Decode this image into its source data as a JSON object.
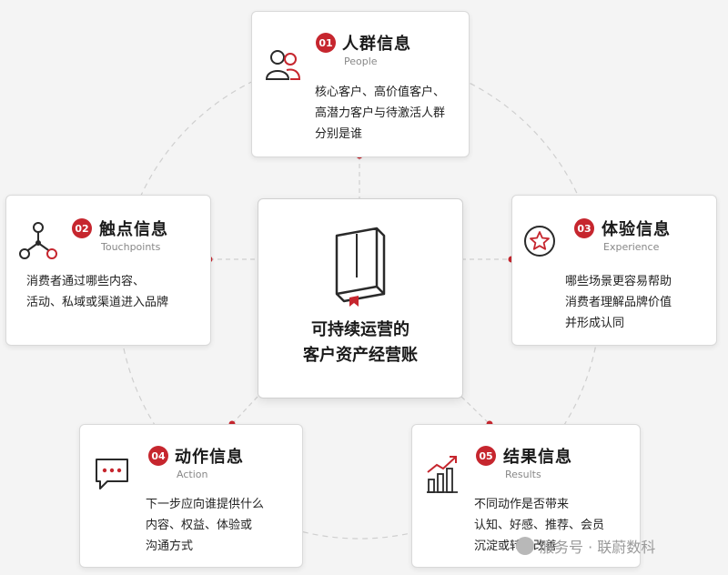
{
  "center": {
    "line1": "可持续运营的",
    "line2": "客户资产经营账"
  },
  "cards": [
    {
      "num": "01",
      "title": "人群信息",
      "subtitle": "People",
      "lines": [
        "核心客户、高价值客户、",
        "高潜力客户与待激活人群",
        "分别是谁"
      ],
      "icon": "people-icon"
    },
    {
      "num": "02",
      "title": "触点信息",
      "subtitle": "Touchpoints",
      "lines": [
        "消费者通过哪些内容、",
        "活动、私域或渠道进入品牌"
      ],
      "icon": "network-icon"
    },
    {
      "num": "03",
      "title": "体验信息",
      "subtitle": "Experience",
      "lines": [
        "哪些场景更容易帮助",
        "消费者理解品牌价值",
        "并形成认同"
      ],
      "icon": "star-icon"
    },
    {
      "num": "04",
      "title": "动作信息",
      "subtitle": "Action",
      "lines": [
        "下一步应向谁提供什么",
        "内容、权益、体验或",
        "沟通方式"
      ],
      "icon": "chat-icon"
    },
    {
      "num": "05",
      "title": "结果信息",
      "subtitle": "Results",
      "lines": [
        "不同动作是否带来",
        "认知、好感、推荐、会员",
        "沉淀或转化改善"
      ],
      "icon": "growth-chart-icon"
    }
  ],
  "watermark": "服务号 · 联蔚数科",
  "colors": {
    "accent": "#c6262e",
    "border": "#d9d9d9",
    "connector": "#c8c8c8"
  }
}
